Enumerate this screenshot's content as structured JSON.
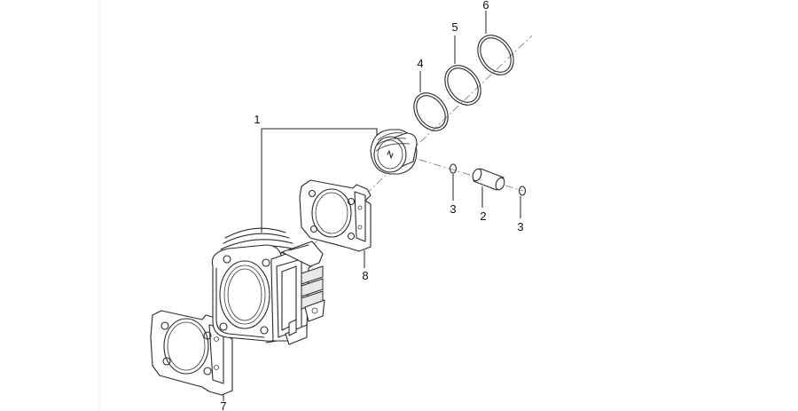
{
  "callouts": {
    "cylinder": "1",
    "piston_pin": "2",
    "clip_left": "3",
    "clip_right": "3",
    "ring_top": "4",
    "ring_second": "5",
    "ring_oil": "6",
    "base_gasket": "7",
    "head_gasket": "8"
  }
}
